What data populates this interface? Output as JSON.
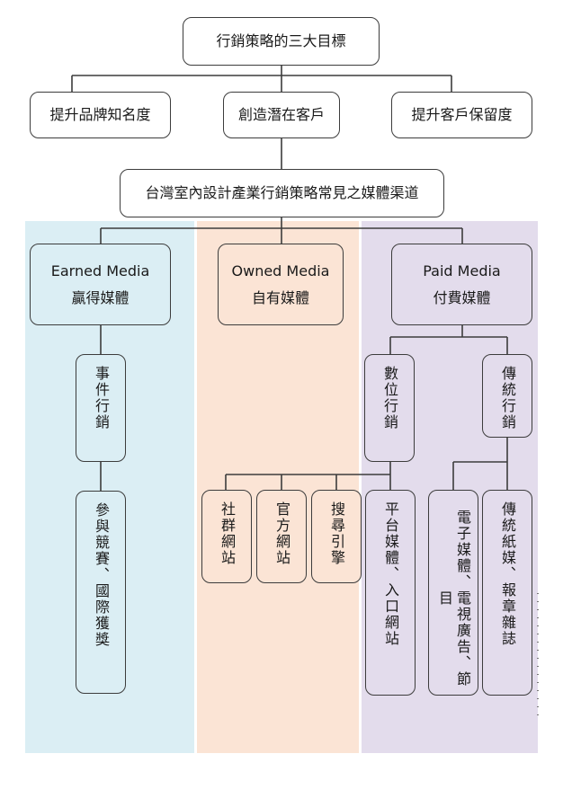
{
  "top": {
    "title": "行銷策略的三大目標"
  },
  "goals": [
    "提升品牌知名度",
    "創造潛在客戶",
    "提升客戶保留度"
  ],
  "channels_title": "台灣室內設計產業行銷策略常見之媒體渠道",
  "media": {
    "earned": {
      "en": "Earned Media",
      "zh": "贏得媒體"
    },
    "owned": {
      "en": "Owned Media",
      "zh": "自有媒體"
    },
    "paid": {
      "en": "Paid Media",
      "zh": "付費媒體"
    }
  },
  "earned_children": {
    "event": "事件行銷",
    "award": "參與競賽、國際獲獎"
  },
  "owned_children": [
    "社群網站",
    "官方網站",
    "搜尋引擎"
  ],
  "paid_children": {
    "digital": "數位行銷",
    "traditional": "傳統行銷",
    "platform": "平台媒體、入口網站",
    "electronic": "電子媒體、電視廣告、節目",
    "print": "傳統紙媒、報章雜誌"
  },
  "colors": {
    "earned": "#dbeef4",
    "owned": "#fbe4d5",
    "paid": "#e3dcec",
    "line": "#3c3c3c"
  }
}
